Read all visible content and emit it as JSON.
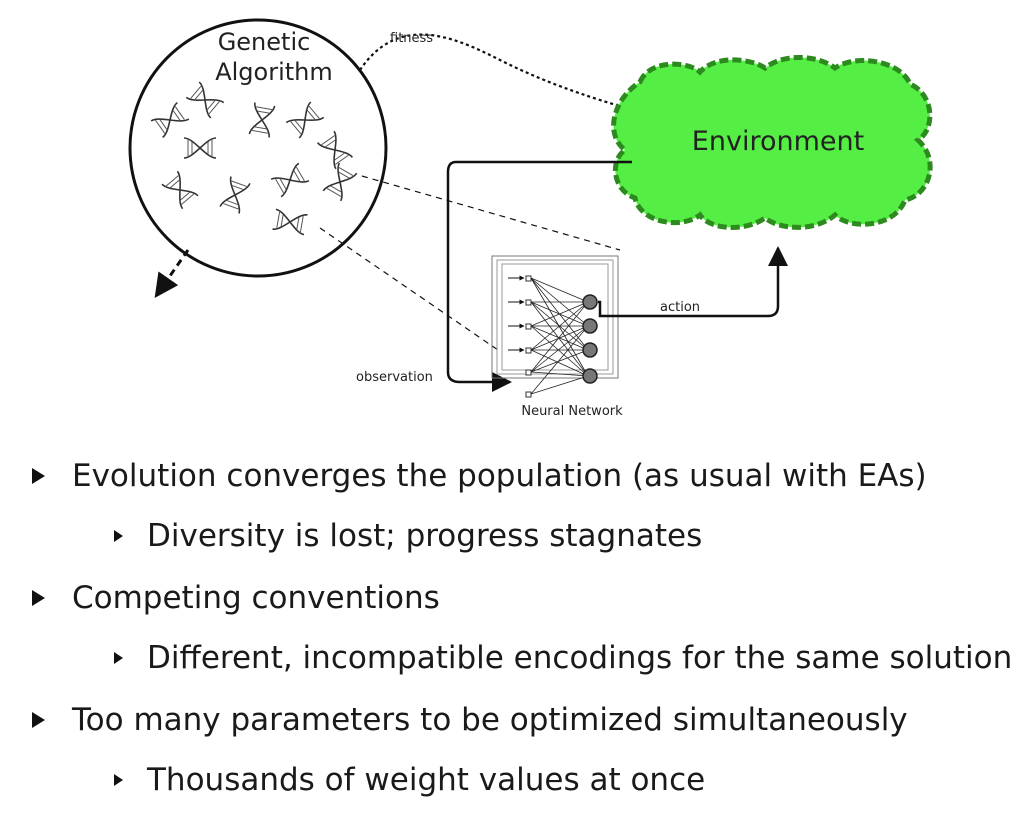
{
  "diagram": {
    "ga_title_line1": "Genetic",
    "ga_title_line2": "Algorithm",
    "environment_label": "Environment",
    "fitness_label": "fitness",
    "action_label": "action",
    "observation_label": "observation",
    "network_label": "Neural Network",
    "colors": {
      "environment_fill": "#55ee44",
      "environment_border": "#2c8a1e",
      "ink": "#111111"
    },
    "icons": [
      "dna-icon",
      "arrow-icon"
    ]
  },
  "bullets": [
    {
      "level": 1,
      "text": "Evolution converges the population (as usual with EAs)"
    },
    {
      "level": 2,
      "text": "Diversity is lost; progress stagnates"
    },
    {
      "level": 1,
      "text": "Competing conventions"
    },
    {
      "level": 2,
      "text": "Different, incompatible encodings for the same solution"
    },
    {
      "level": 1,
      "text": "Too many parameters to be optimized simultaneously"
    },
    {
      "level": 2,
      "text": "Thousands of weight values at once"
    }
  ]
}
